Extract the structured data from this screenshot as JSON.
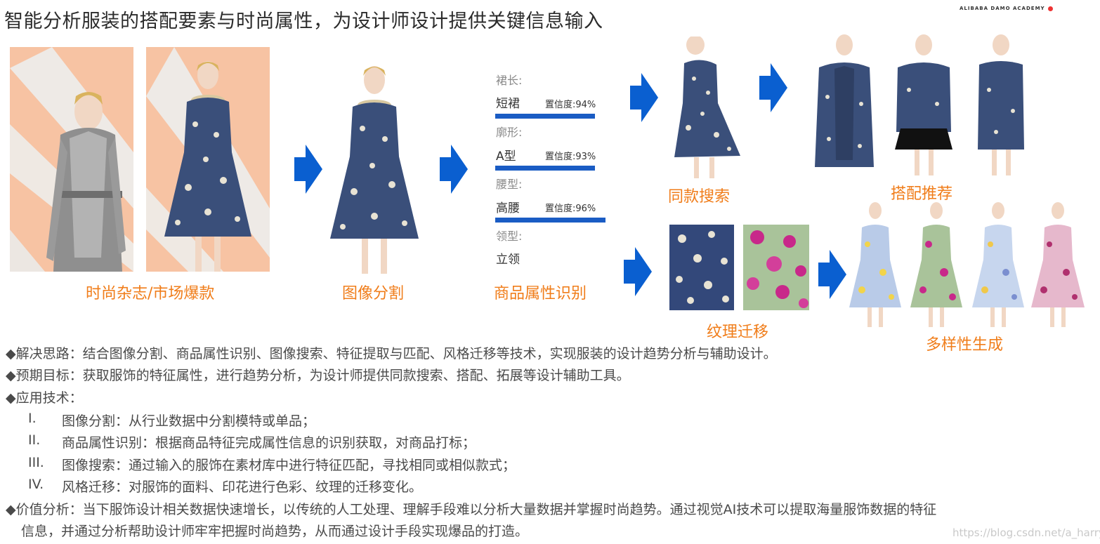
{
  "header": {
    "title": "智能分析服装的搭配要素与时尚属性，为设计师设计提供关键信息输入",
    "logo_text": "ALIBABA DAMO ACADEMY"
  },
  "steps": {
    "source": "时尚杂志/市场爆款",
    "segmentation": "图像分割",
    "attributes": "商品属性识别",
    "same_style": "同款搜索",
    "matching": "搭配推荐",
    "texture": "纹理迁移",
    "generation": "多样性生成"
  },
  "attributes": [
    {
      "label": "裙长:",
      "value": "短裙",
      "confidence": "置信度:94%"
    },
    {
      "label": "廓形:",
      "value": "A型",
      "confidence": "置信度:93%"
    },
    {
      "label": "腰型:",
      "value": "高腰",
      "confidence": "置信度:96%"
    },
    {
      "label": "领型:",
      "value": "立领",
      "confidence": ""
    }
  ],
  "body_text": {
    "line1": "◆解决思路：结合图像分割、商品属性识别、图像搜索、特征提取与匹配、风格迁移等技术，实现服装的设计趋势分析与辅助设计。",
    "line2": "◆预期目标：获取服饰的特征属性，进行趋势分析，为设计师提供同款搜索、搭配、拓展等设计辅助工具。",
    "line3": "◆应用技术：",
    "tech": [
      {
        "num": "I.",
        "text": "图像分割：从行业数据中分割模特或单品；"
      },
      {
        "num": "II.",
        "text": "商品属性识别：根据商品特征完成属性信息的识别获取，对商品打标；"
      },
      {
        "num": "III.",
        "text": "图像搜索：通过输入的服饰在素材库中进行特征匹配，寻找相同或相似款式；"
      },
      {
        "num": "IV.",
        "text": "风格迁移：对服饰的面料、印花进行色彩、纹理的迁移变化。"
      }
    ],
    "line4": "◆价值分析：当下服饰设计相关数据快速增长，以传统的人工处理、理解手段难以分析大量数据并掌握时尚趋势。通过视觉AI技术可以提取海量服饰数据的特征",
    "line5": "信息，并通过分析帮助设计师牢牢把握时尚趋势，从而通过设计手段实现爆品的打造。"
  },
  "watermark": "https://blog.csdn.net/a_harry",
  "colors": {
    "accent_orange": "#f07d1a",
    "arrow_blue": "#0a5fd0",
    "bar_blue": "#1a5cc4",
    "dress_navy": "#3a4f7a",
    "photo_bg": "#f7c3a3"
  }
}
